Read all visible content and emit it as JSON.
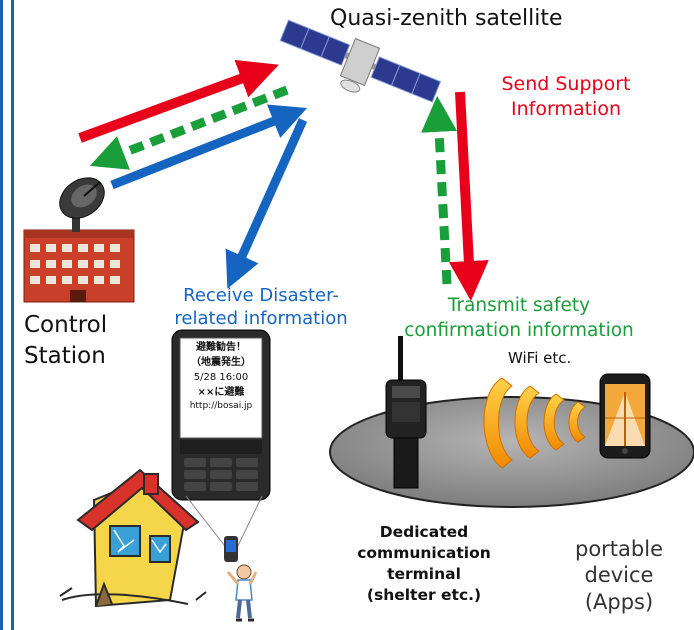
{
  "satellite": {
    "label": "Quasi-zenith satellite"
  },
  "control_station": {
    "line1": "Control",
    "line2": "Station"
  },
  "send_support": {
    "line1": "Send Support",
    "line2": "Information"
  },
  "receive_disaster": {
    "line1": "Receive Disaster-",
    "line2": "related information"
  },
  "transmit_safety": {
    "line1": "Transmit safety",
    "line2": "confirmation information"
  },
  "wifi": {
    "label": "WiFi etc."
  },
  "dedicated_terminal": {
    "line1": "Dedicated",
    "line2": "communication",
    "line3": "terminal",
    "line4": "(shelter etc.)"
  },
  "portable_device": {
    "line1": "portable",
    "line2": "device",
    "line3": "(Apps)"
  },
  "phone_screen": {
    "line1": "避難勧告！",
    "line2": "（地震発生）",
    "line3": "5/28 16:00",
    "line4": "××に避難",
    "line5": "http://bosai.jp"
  },
  "colors": {
    "red": "#e8001a",
    "blue": "#1565c0",
    "green": "#1a9e3a",
    "frame_blue": "#1a5fb4"
  }
}
